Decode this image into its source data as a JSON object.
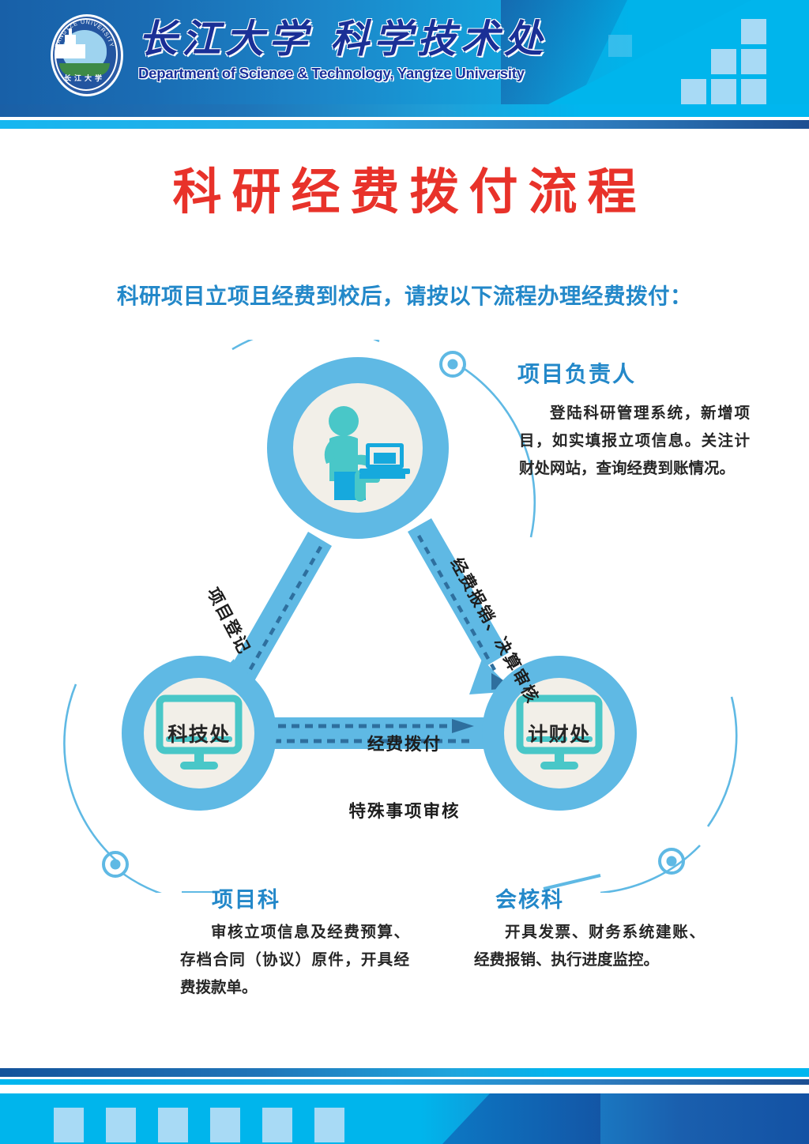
{
  "header": {
    "logo": {
      "arc_text_top": "YANGTZE UNIVERSITY",
      "cn_abbrev": "长江大学"
    },
    "brand_cn": "长江大学 科学技术处",
    "brand_en": "Department of Science & Technology, Yangtze University",
    "colors": {
      "deep_blue": "#1860a8",
      "cyan": "#00b5ec",
      "square_light": "#a8daf5",
      "brand_navy": "#1a2f96"
    }
  },
  "poster": {
    "title": "科研经费拨付流程",
    "title_color": "#e8322a",
    "subtitle": "科研项目立项且经费到校后，请按以下流程办理经费拨付：",
    "subtitle_color": "#2388c9"
  },
  "diagram": {
    "colors": {
      "ring": "#5fb9e4",
      "inner": "#f2efe8",
      "accent_teal": "#45c8d0",
      "arrow": "#5fb9e4",
      "dash": "#2e6f9e"
    },
    "nodes": [
      {
        "id": "project-leader",
        "icon": "person-at-desk-icon",
        "heading": "项目负责人",
        "body": "登陆科研管理系统，新增项目，如实填报立项信息。关注计财处网站，查询经费到账情况。"
      },
      {
        "id": "science-tech-dept",
        "icon": "monitor-icon",
        "monitor_label": "科技处",
        "heading": "项目科",
        "body": "审核立项信息及经费预算、存档合同（协议）原件，开具经费拨款单。"
      },
      {
        "id": "finance-dept",
        "icon": "monitor-icon",
        "monitor_label": "计财处",
        "heading": "会核科",
        "body": "开具发票、财务系统建账、经费报销、执行进度监控。"
      }
    ],
    "edges": [
      {
        "id": "leader-to-tech",
        "label": "项目登记",
        "direction": "top-to-bottom-left"
      },
      {
        "id": "leader-to-finance",
        "label": "经费报销、决算审核",
        "direction": "top-to-bottom-right"
      },
      {
        "id": "tech-to-finance",
        "label": "经费拨付",
        "direction": "left-to-right"
      },
      {
        "id": "finance-to-tech",
        "label": "特殊事项审核",
        "direction": "right-to-left"
      }
    ]
  },
  "footer": {
    "square_count": 6,
    "square_color": "#a8daf5"
  }
}
